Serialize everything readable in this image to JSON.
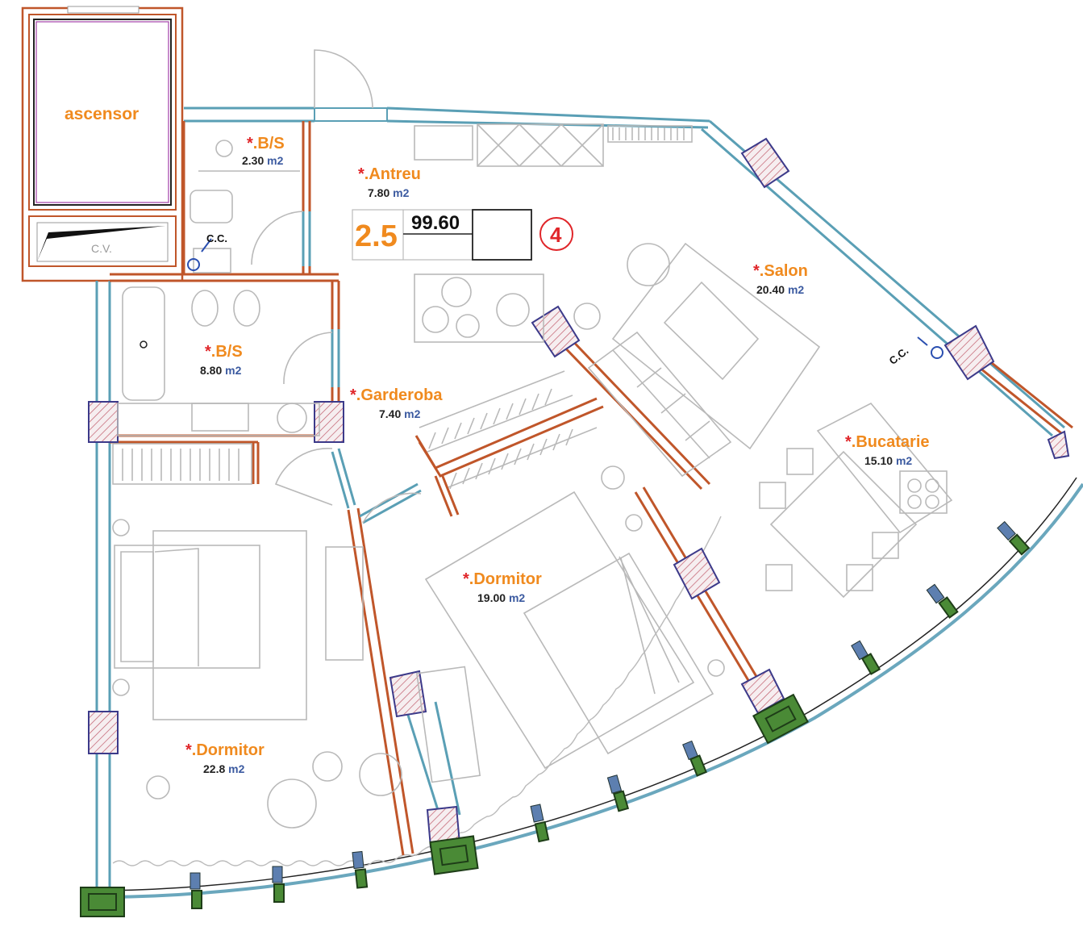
{
  "rooms": {
    "ascensor": {
      "name": "ascensor"
    },
    "cv": {
      "name": "C.V."
    },
    "bs_small": {
      "star": "*",
      "name": ".B/S",
      "area": "2.30",
      "unit": "m2"
    },
    "antreu": {
      "star": "*",
      "name": ".Antreu",
      "area": "7.80",
      "unit": "m2"
    },
    "bs_large": {
      "star": "*",
      "name": ".B/S",
      "area": "8.80",
      "unit": "m2"
    },
    "garderoba": {
      "star": "*",
      "name": ".Garderoba",
      "area": "7.40",
      "unit": "m2"
    },
    "salon": {
      "star": "*",
      "name": ".Salon",
      "area": "20.40",
      "unit": "m2"
    },
    "bucatarie": {
      "star": "*",
      "name": ".Bucatarie",
      "area": "15.10",
      "unit": "m2"
    },
    "dormitor_center": {
      "star": "*",
      "name": ".Dormitor",
      "area": "19.00",
      "unit": "m2"
    },
    "dormitor_left": {
      "star": "*",
      "name": ".Dormitor",
      "area": "22.8",
      "unit": "m2"
    }
  },
  "labels": {
    "cc_left": "C.C.",
    "cc_right": "C.C."
  },
  "apartment_box": {
    "rooms_count": "2.5",
    "total_area": "99.60",
    "number": "4"
  },
  "colors": {
    "room_name": "#f08a1e",
    "star": "#e0262a",
    "unit": "#3b5aa0",
    "wall": "#c0562a",
    "glass": "#5a9fb5",
    "pillar": "#4a8a36",
    "column_outline": "#3c3a8a",
    "column_hatch": "#c0562a",
    "furniture": "#b9b9b9"
  }
}
